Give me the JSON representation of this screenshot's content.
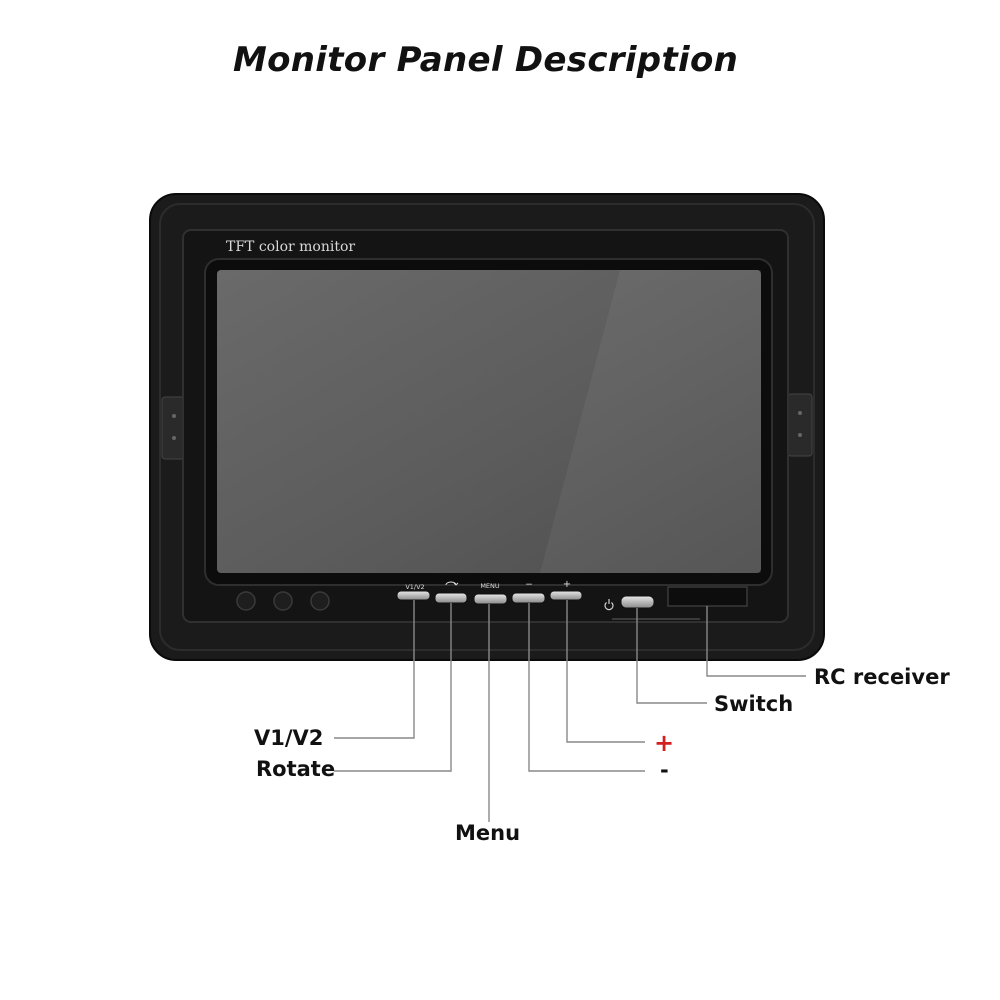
{
  "title": "Monitor Panel Description",
  "bezel": {
    "brand_text": "TFT color monitor",
    "button_marks": {
      "v1v2": "V1/V2",
      "menu": "MENU",
      "minus": "−",
      "plus": "+"
    }
  },
  "labels": {
    "v1v2": "V1/V2",
    "rotate": "Rotate",
    "menu": "Menu",
    "minus": "-",
    "plus": "+",
    "switch": "Switch",
    "rc_receiver": "RC receiver"
  },
  "colors": {
    "housing": "#1b1b1b",
    "screen": "#5f5f5f",
    "leader_line": "#888888",
    "plus_label": "#d22020"
  },
  "icons": {
    "power": "power-icon",
    "rotate": "rotate-icon"
  }
}
